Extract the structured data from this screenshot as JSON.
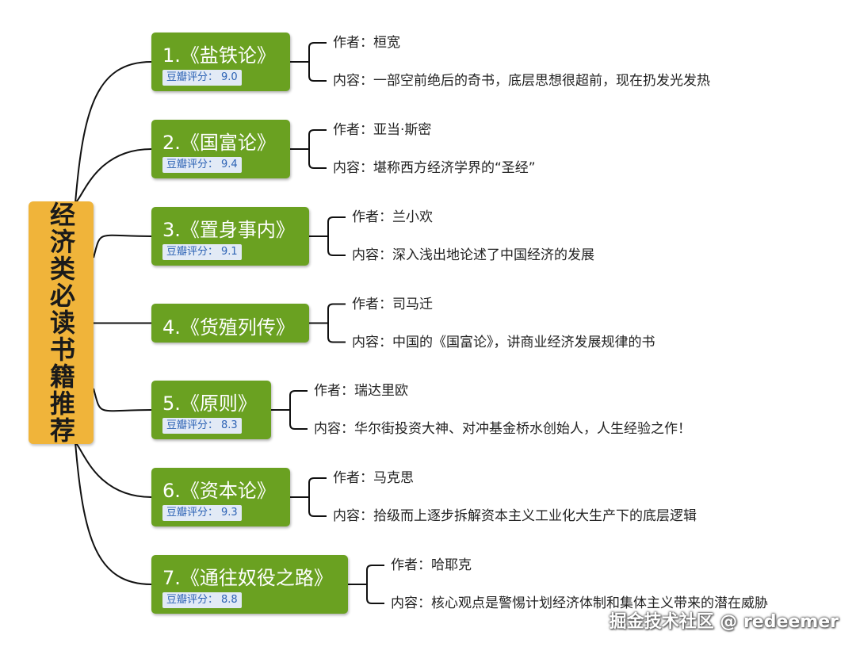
{
  "root": {
    "title": "经济类必读书籍推荐"
  },
  "rating_label": "豆瓣评分：",
  "author_label": "作者：",
  "content_label": "内容：",
  "books": [
    {
      "title": "1.《盐铁论》",
      "rating": "9.0",
      "author": "桓宽",
      "content": "一部空前绝后的奇书，底层思想很超前，现在扔发光发热"
    },
    {
      "title": "2.《国富论》",
      "rating": "9.4",
      "author": "亚当·斯密",
      "content": "堪称西方经济学界的“圣经”"
    },
    {
      "title": "3.《置身事内》",
      "rating": "9.1",
      "author": "兰小欢",
      "content": "深入浅出地论述了中国经济的发展"
    },
    {
      "title": "4.《货殖列传》",
      "rating": null,
      "author": "司马迁",
      "content": "中国的《国富论》，讲商业经济发展规律的书"
    },
    {
      "title": "5.《原则》",
      "rating": "8.3",
      "author": "瑞达里欧",
      "content": "华尔街投资大神、对冲基金桥水创始人，人生经验之作！"
    },
    {
      "title": "6.《资本论》",
      "rating": "9.3",
      "author": "马克思",
      "content": "拾级而上逐步拆解资本主义工业化大生产下的底层逻辑"
    },
    {
      "title": "7.《通往奴役之路》",
      "rating": "8.8",
      "author": "哈耶克",
      "content": "核心观点是警惕计划经济体制和集体主义带来的潜在威胁"
    }
  ],
  "watermark": "掘金技术社区 @ redeemer"
}
